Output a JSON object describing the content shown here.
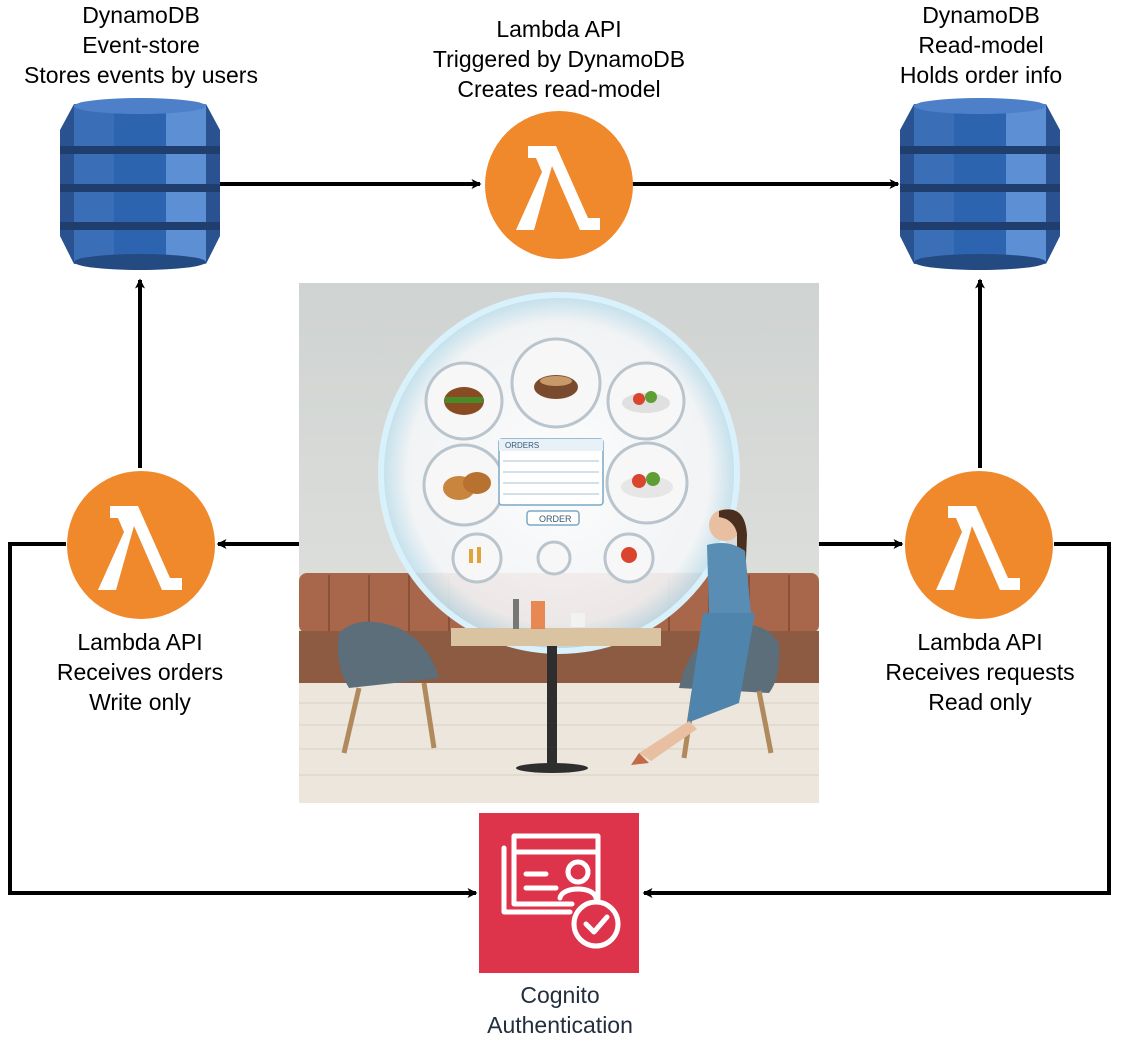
{
  "nodes": {
    "event_store": {
      "icon": "dynamodb-icon",
      "lines": [
        "DynamoDB",
        "Event-store",
        "Stores events by users"
      ]
    },
    "lambda_trigger": {
      "icon": "lambda-icon",
      "lines": [
        "Lambda API",
        "Triggered by DynamoDB",
        "Creates read-model"
      ]
    },
    "read_model": {
      "icon": "dynamodb-icon",
      "lines": [
        "DynamoDB",
        "Read-model",
        "Holds order info"
      ]
    },
    "lambda_write": {
      "icon": "lambda-icon",
      "lines": [
        "Lambda API",
        "Receives orders",
        "Write only"
      ]
    },
    "lambda_read": {
      "icon": "lambda-icon",
      "lines": [
        "Lambda API",
        "Receives requests",
        "Read only"
      ]
    },
    "cognito": {
      "icon": "cognito-icon",
      "lines": [
        "Cognito",
        "Authentication"
      ]
    }
  },
  "scene": {
    "panel_title": "ORDERS",
    "order_button": "ORDER"
  },
  "colors": {
    "dynamodb_dark": "#2a5290",
    "dynamodb_mid": "#3a6fb8",
    "dynamodb_light": "#5c8fd4",
    "lambda_orange": "#f0892b",
    "cognito_red": "#dd344c",
    "arrow": "#000000",
    "cognito_text": "#232f3e"
  }
}
